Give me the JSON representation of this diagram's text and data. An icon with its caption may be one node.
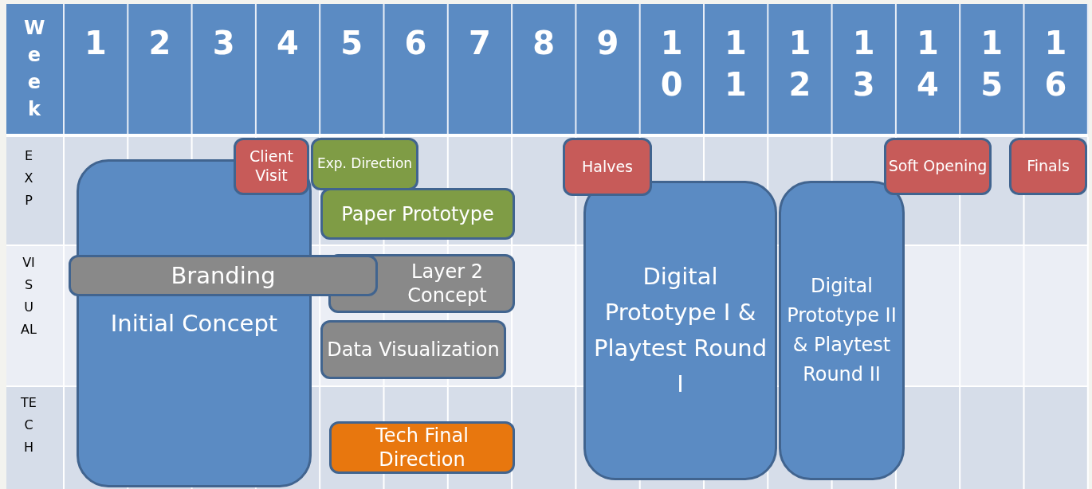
{
  "diagram": {
    "nodes": [
      {
        "text": [
          "Client Visit"
        ]
      },
      {
        "text": [
          "Exp. Direction"
        ]
      },
      {
        "text": [
          "Halves"
        ]
      },
      {
        "text": [
          "Soft Opening"
        ]
      },
      {
        "text": [
          "Finals"
        ]
      },
      {
        "text": [
          "Initial Concept"
        ]
      },
      {
        "text": [
          "Paper Prototype"
        ]
      },
      {
        "text": [
          "Branding"
        ]
      },
      {
        "text": [
          "Layer 2 Concept"
        ]
      },
      {
        "text": [
          "Data Visualization"
        ]
      },
      {
        "text": [
          "Digital Prototype I & Playtest Round I"
        ]
      },
      {
        "text": [
          "Digital Prototype II & Playtest Round II"
        ]
      },
      {
        "text": [
          "Tech Final Direction"
        ]
      }
    ],
    "labels": [
      "Week",
      "1",
      "2",
      "3",
      "4",
      "5",
      "6",
      "7",
      "8",
      "9",
      "10",
      "11",
      "12",
      "13",
      "14",
      "15",
      "16",
      "EXP",
      "VISUAL",
      "TECH"
    ]
  }
}
